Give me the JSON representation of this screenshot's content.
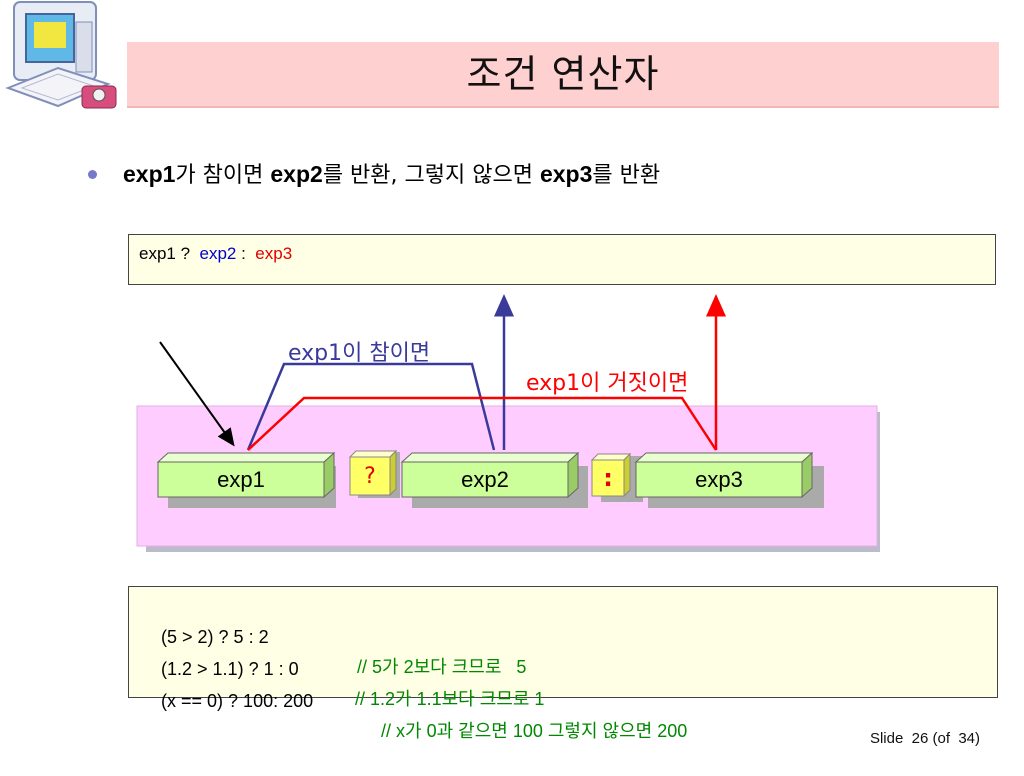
{
  "slide": {
    "title": "조건 연산자",
    "bullet": {
      "exp1": "exp1",
      "t1": "가 참이면 ",
      "exp2": "exp2",
      "t2": "를 반환, 그렇지 않으면 ",
      "exp3": "exp3",
      "t3": "를 반환"
    },
    "syntax": {
      "part1": "exp1 ?  ",
      "part2": "exp2",
      "part3": " :  ",
      "part4": "exp3"
    },
    "diagram": {
      "label_true": "exp1이 참이면",
      "label_false": "exp1이 거짓이면",
      "box1": "exp1",
      "op1": "?",
      "box2": "exp2",
      "op2": ":",
      "box3": "exp3"
    },
    "examples": [
      {
        "expr": "(5 > 2) ? 5 : 2",
        "comment": "// 5가 2보다 크므로   5"
      },
      {
        "expr": "(1.2 > 1.1) ? 1 : 0",
        "comment": "// 1.2가 1.1보다 크므로 1"
      },
      {
        "expr": "(x == 0) ? 100: 200",
        "comment": "// x가 0과 같으면 100 그렇지 않으면 200"
      }
    ],
    "footer": "Slide  26 (of  34)"
  },
  "colors": {
    "title_bg": "#ffd0d0",
    "true_path": "#3a3a9a",
    "false_path": "#ff0000",
    "box_fill": "#ccff99",
    "op_fill": "#ffff66",
    "panel_fill": "#ffccff",
    "comment": "#008800"
  }
}
